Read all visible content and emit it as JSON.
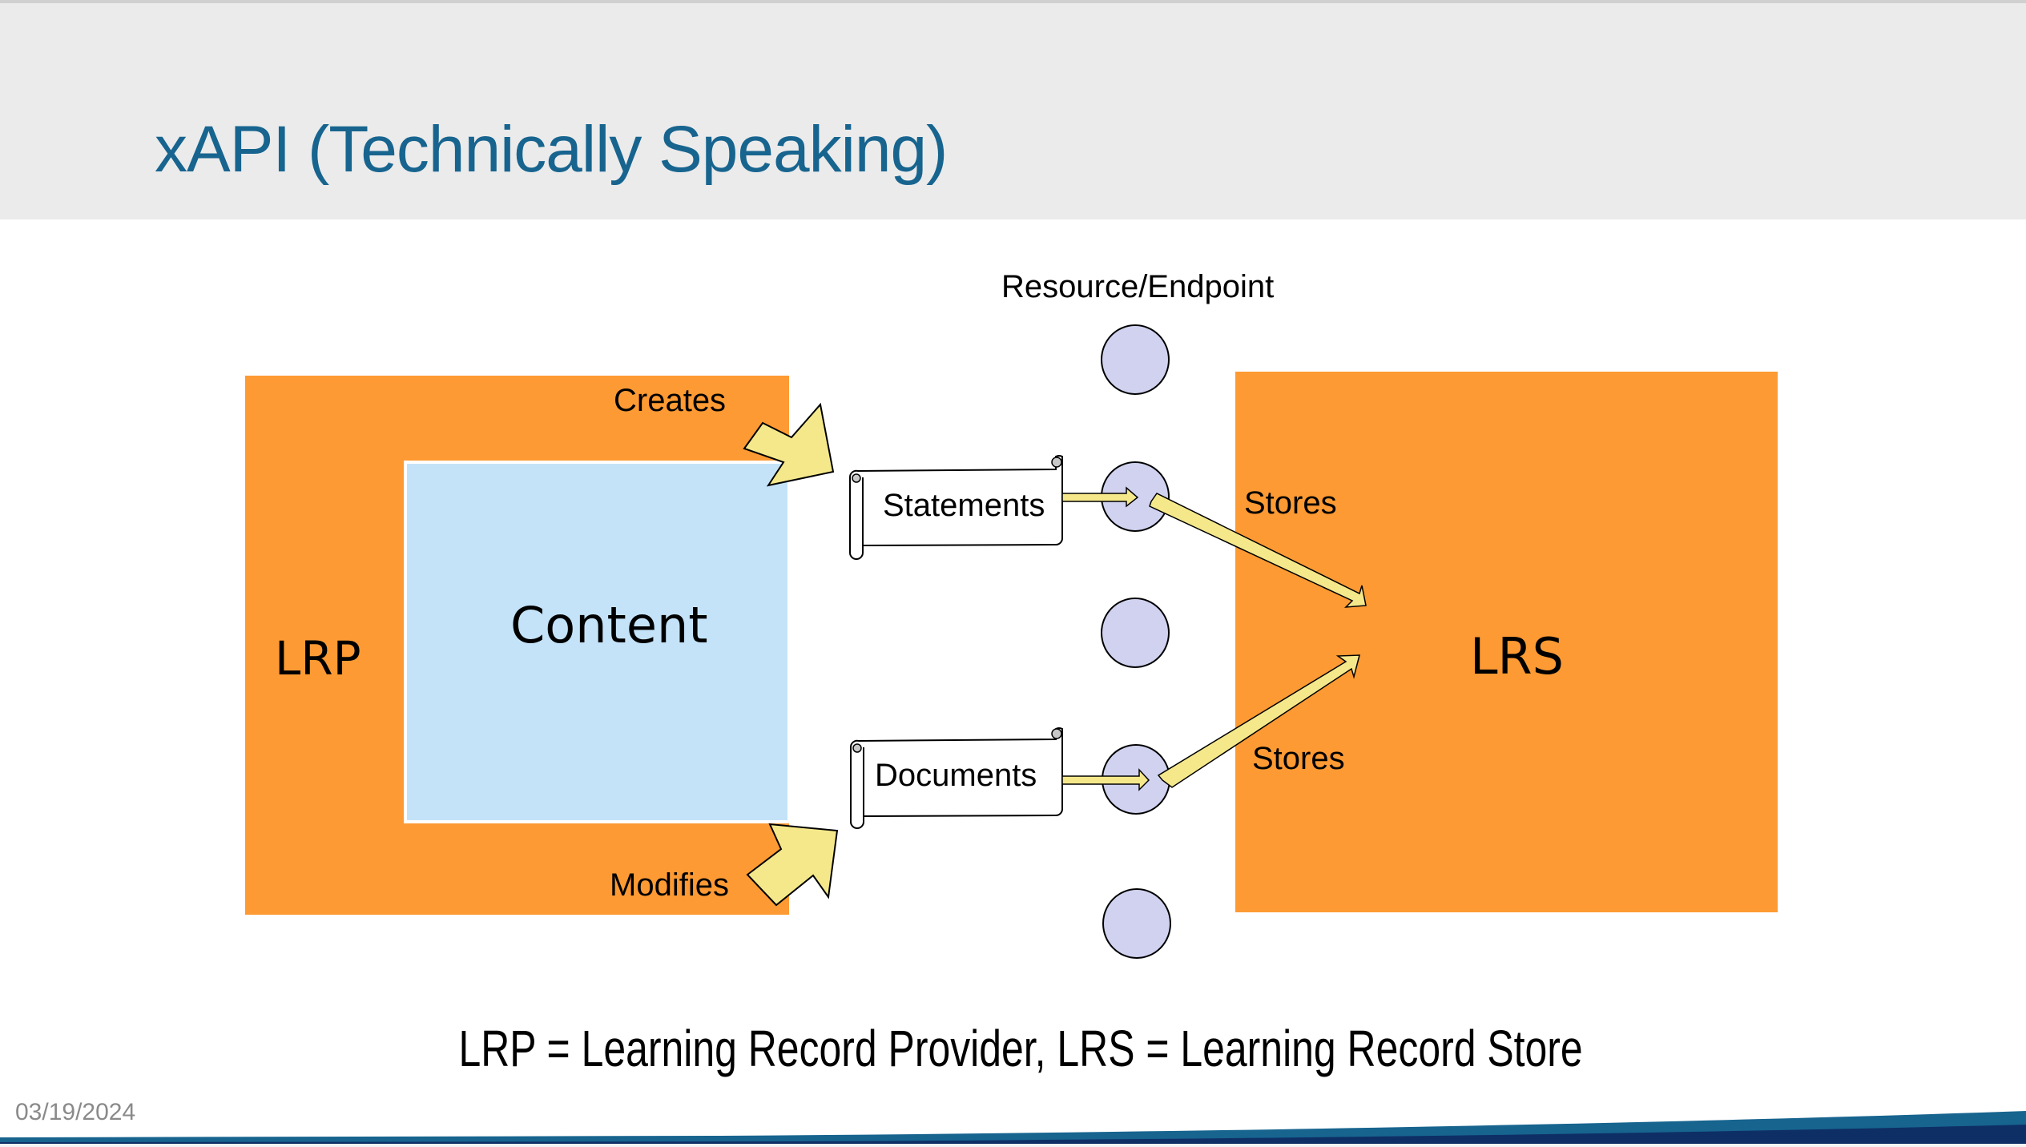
{
  "slide": {
    "title": "xAPI (Technically Speaking)",
    "date": "03/19/2024",
    "footnote": "LRP = Learning Record Provider, LRS = Learning Record Store"
  },
  "diagram": {
    "provider_label": "LRP",
    "content_label": "Content",
    "store_label": "LRS",
    "resource_label": "Resource/Endpoint",
    "creates_label": "Creates",
    "modifies_label": "Modifies",
    "statements_label": "Statements",
    "documents_label": "Documents",
    "stores_label_top": "Stores",
    "stores_label_bottom": "Stores",
    "endpoint_count": 5
  },
  "colors": {
    "title": "#17648f",
    "header_bg": "#ebebeb",
    "orange": "#fd9a33",
    "content_blue": "#c4e3f8",
    "endpoint_fill": "#d0d2f0",
    "arrow_yellow": "#f5e88b",
    "footer_blue": "#17648f",
    "footer_navy": "#0e2f66"
  }
}
